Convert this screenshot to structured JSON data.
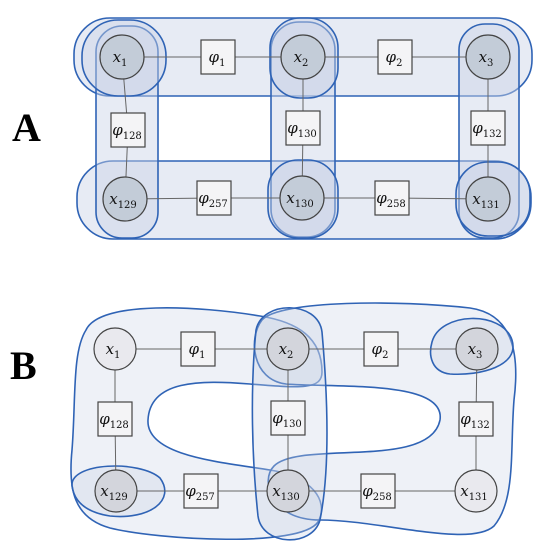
{
  "panels": [
    {
      "letter": "A",
      "variables": [
        {
          "id": "x1",
          "base": "x",
          "sub": "1",
          "shade": "dark"
        },
        {
          "id": "x2",
          "base": "x",
          "sub": "2",
          "shade": "dark"
        },
        {
          "id": "x3",
          "base": "x",
          "sub": "3",
          "shade": "dark"
        },
        {
          "id": "x129",
          "base": "x",
          "sub": "129",
          "shade": "dark"
        },
        {
          "id": "x130",
          "base": "x",
          "sub": "130",
          "shade": "dark"
        },
        {
          "id": "x131",
          "base": "x",
          "sub": "131",
          "shade": "dark"
        }
      ],
      "factors": [
        {
          "id": "phi1",
          "base": "φ",
          "sub": "1"
        },
        {
          "id": "phi2",
          "base": "φ",
          "sub": "2"
        },
        {
          "id": "phi128",
          "base": "φ",
          "sub": "128"
        },
        {
          "id": "phi130",
          "base": "φ",
          "sub": "130"
        },
        {
          "id": "phi132",
          "base": "φ",
          "sub": "132"
        },
        {
          "id": "phi257",
          "base": "φ",
          "sub": "257"
        },
        {
          "id": "phi258",
          "base": "φ",
          "sub": "258"
        }
      ]
    },
    {
      "letter": "B",
      "variables": [
        {
          "id": "x1",
          "base": "x",
          "sub": "1",
          "shade": "light"
        },
        {
          "id": "x2",
          "base": "x",
          "sub": "2",
          "shade": "mid"
        },
        {
          "id": "x3",
          "base": "x",
          "sub": "3",
          "shade": "mid"
        },
        {
          "id": "x129",
          "base": "x",
          "sub": "129",
          "shade": "mid"
        },
        {
          "id": "x130",
          "base": "x",
          "sub": "130",
          "shade": "mid"
        },
        {
          "id": "x131",
          "base": "x",
          "sub": "131",
          "shade": "light"
        }
      ],
      "factors": [
        {
          "id": "phi1",
          "base": "φ",
          "sub": "1"
        },
        {
          "id": "phi2",
          "base": "φ",
          "sub": "2"
        },
        {
          "id": "phi128",
          "base": "φ",
          "sub": "128"
        },
        {
          "id": "phi130",
          "base": "φ",
          "sub": "130"
        },
        {
          "id": "phi132",
          "base": "φ",
          "sub": "132"
        },
        {
          "id": "phi257",
          "base": "φ",
          "sub": "257"
        },
        {
          "id": "phi258",
          "base": "φ",
          "sub": "258"
        }
      ]
    }
  ],
  "colors": {
    "outline": "#2f63b5",
    "region_fill": "#c9d3e6",
    "node_dark": "#c3ccd8",
    "node_mid": "#d3d5dc",
    "node_light": "#e9e9ee",
    "factor_fill": "#f4f4f6",
    "stroke": "#444444"
  }
}
